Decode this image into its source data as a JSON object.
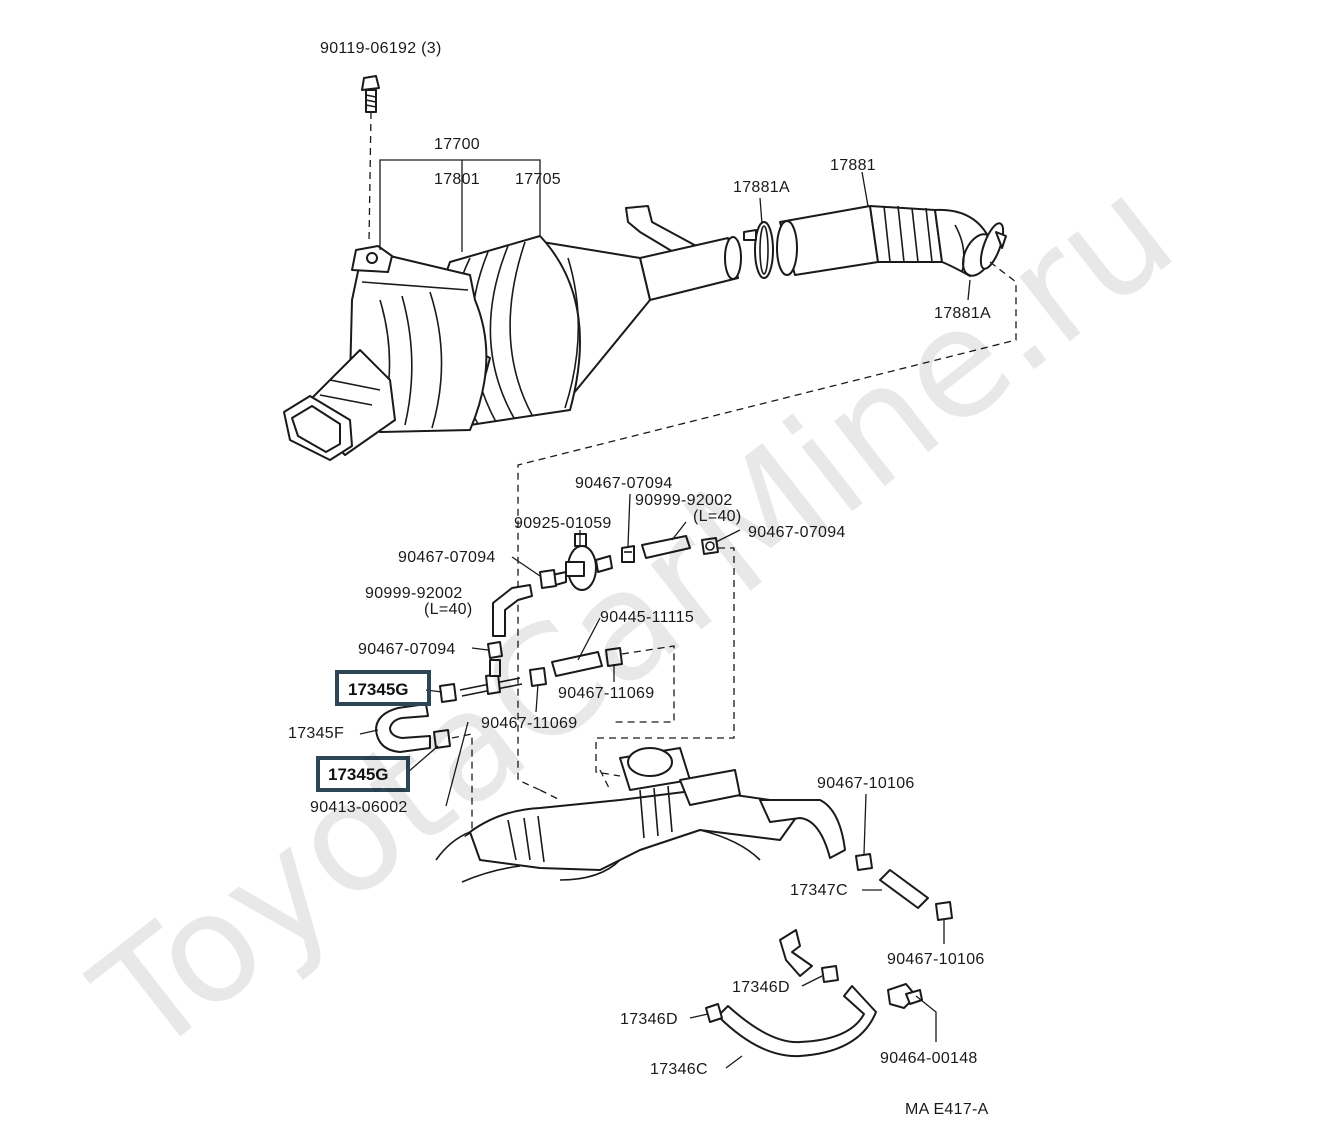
{
  "watermark": "ToyotaCarMine.ru",
  "diagram_code": "MA  E417-A",
  "labels": {
    "bolt": "90119-06192 (3)",
    "p17700": "17700",
    "p17801": "17801",
    "p17705": "17705",
    "p17881": "17881",
    "p17881a_top": "17881A",
    "p17881a_bottom": "17881A",
    "clip_07094_top": "90467-07094",
    "hose_92002_right": "90999-92002",
    "hose_92002_right_len": "(L=40)",
    "vsv_01059": "90925-01059",
    "clip_07094_right": "90467-07094",
    "clip_07094_left": "90467-07094",
    "hose_92002_left": "90999-92002",
    "hose_92002_left_len": "(L=40)",
    "hose_11115": "90445-11115",
    "clip_07094_mid": "90467-07094",
    "p17345g_top": "17345G",
    "clip_11069_right": "90467-11069",
    "p17345f": "17345F",
    "clip_11069_left": "90467-11069",
    "p17345g_bottom": "17345G",
    "pipe_06002": "90413-06002",
    "clip_10106_top": "90467-10106",
    "p17347c": "17347C",
    "clip_10106_bottom": "90467-10106",
    "p17346d_right": "17346D",
    "p17346d_left": "17346D",
    "p17346c": "17346C",
    "clip_00148": "90464-00148"
  }
}
